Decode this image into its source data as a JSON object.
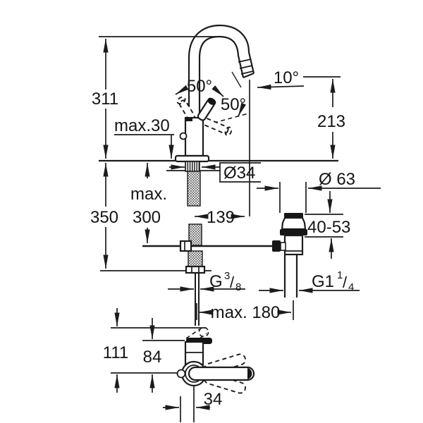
{
  "colors": {
    "background": "#ffffff",
    "line": "#1c1c1c"
  },
  "drawing": {
    "kind": "faucet installation dimension drawing",
    "labels": {
      "total_height": "311",
      "deck_thickness_max": "max.30",
      "hose_max_prefix": "max.",
      "hose_max_value": "300",
      "below_deck_depth": "350",
      "spout_reach": "139",
      "outlet_height": "213",
      "outlet_angle": "10°",
      "swivel_angle": "50°",
      "lever_angle": "50°",
      "shank_diameter": "Ø34",
      "waste_flange_diameter": "Ø 63",
      "waste_adjust_range": "40-53",
      "supply_thread": {
        "base": "G",
        "sup": "3",
        "slash": "/",
        "sub": "8"
      },
      "waste_thread": {
        "base": "G1",
        "sup": "1",
        "slash": "/",
        "sub": "4"
      },
      "center_to_waste_max": "max. 180",
      "plan_total_depth": "111",
      "plan_body_depth": "84",
      "plan_lever_offset": "34"
    }
  }
}
